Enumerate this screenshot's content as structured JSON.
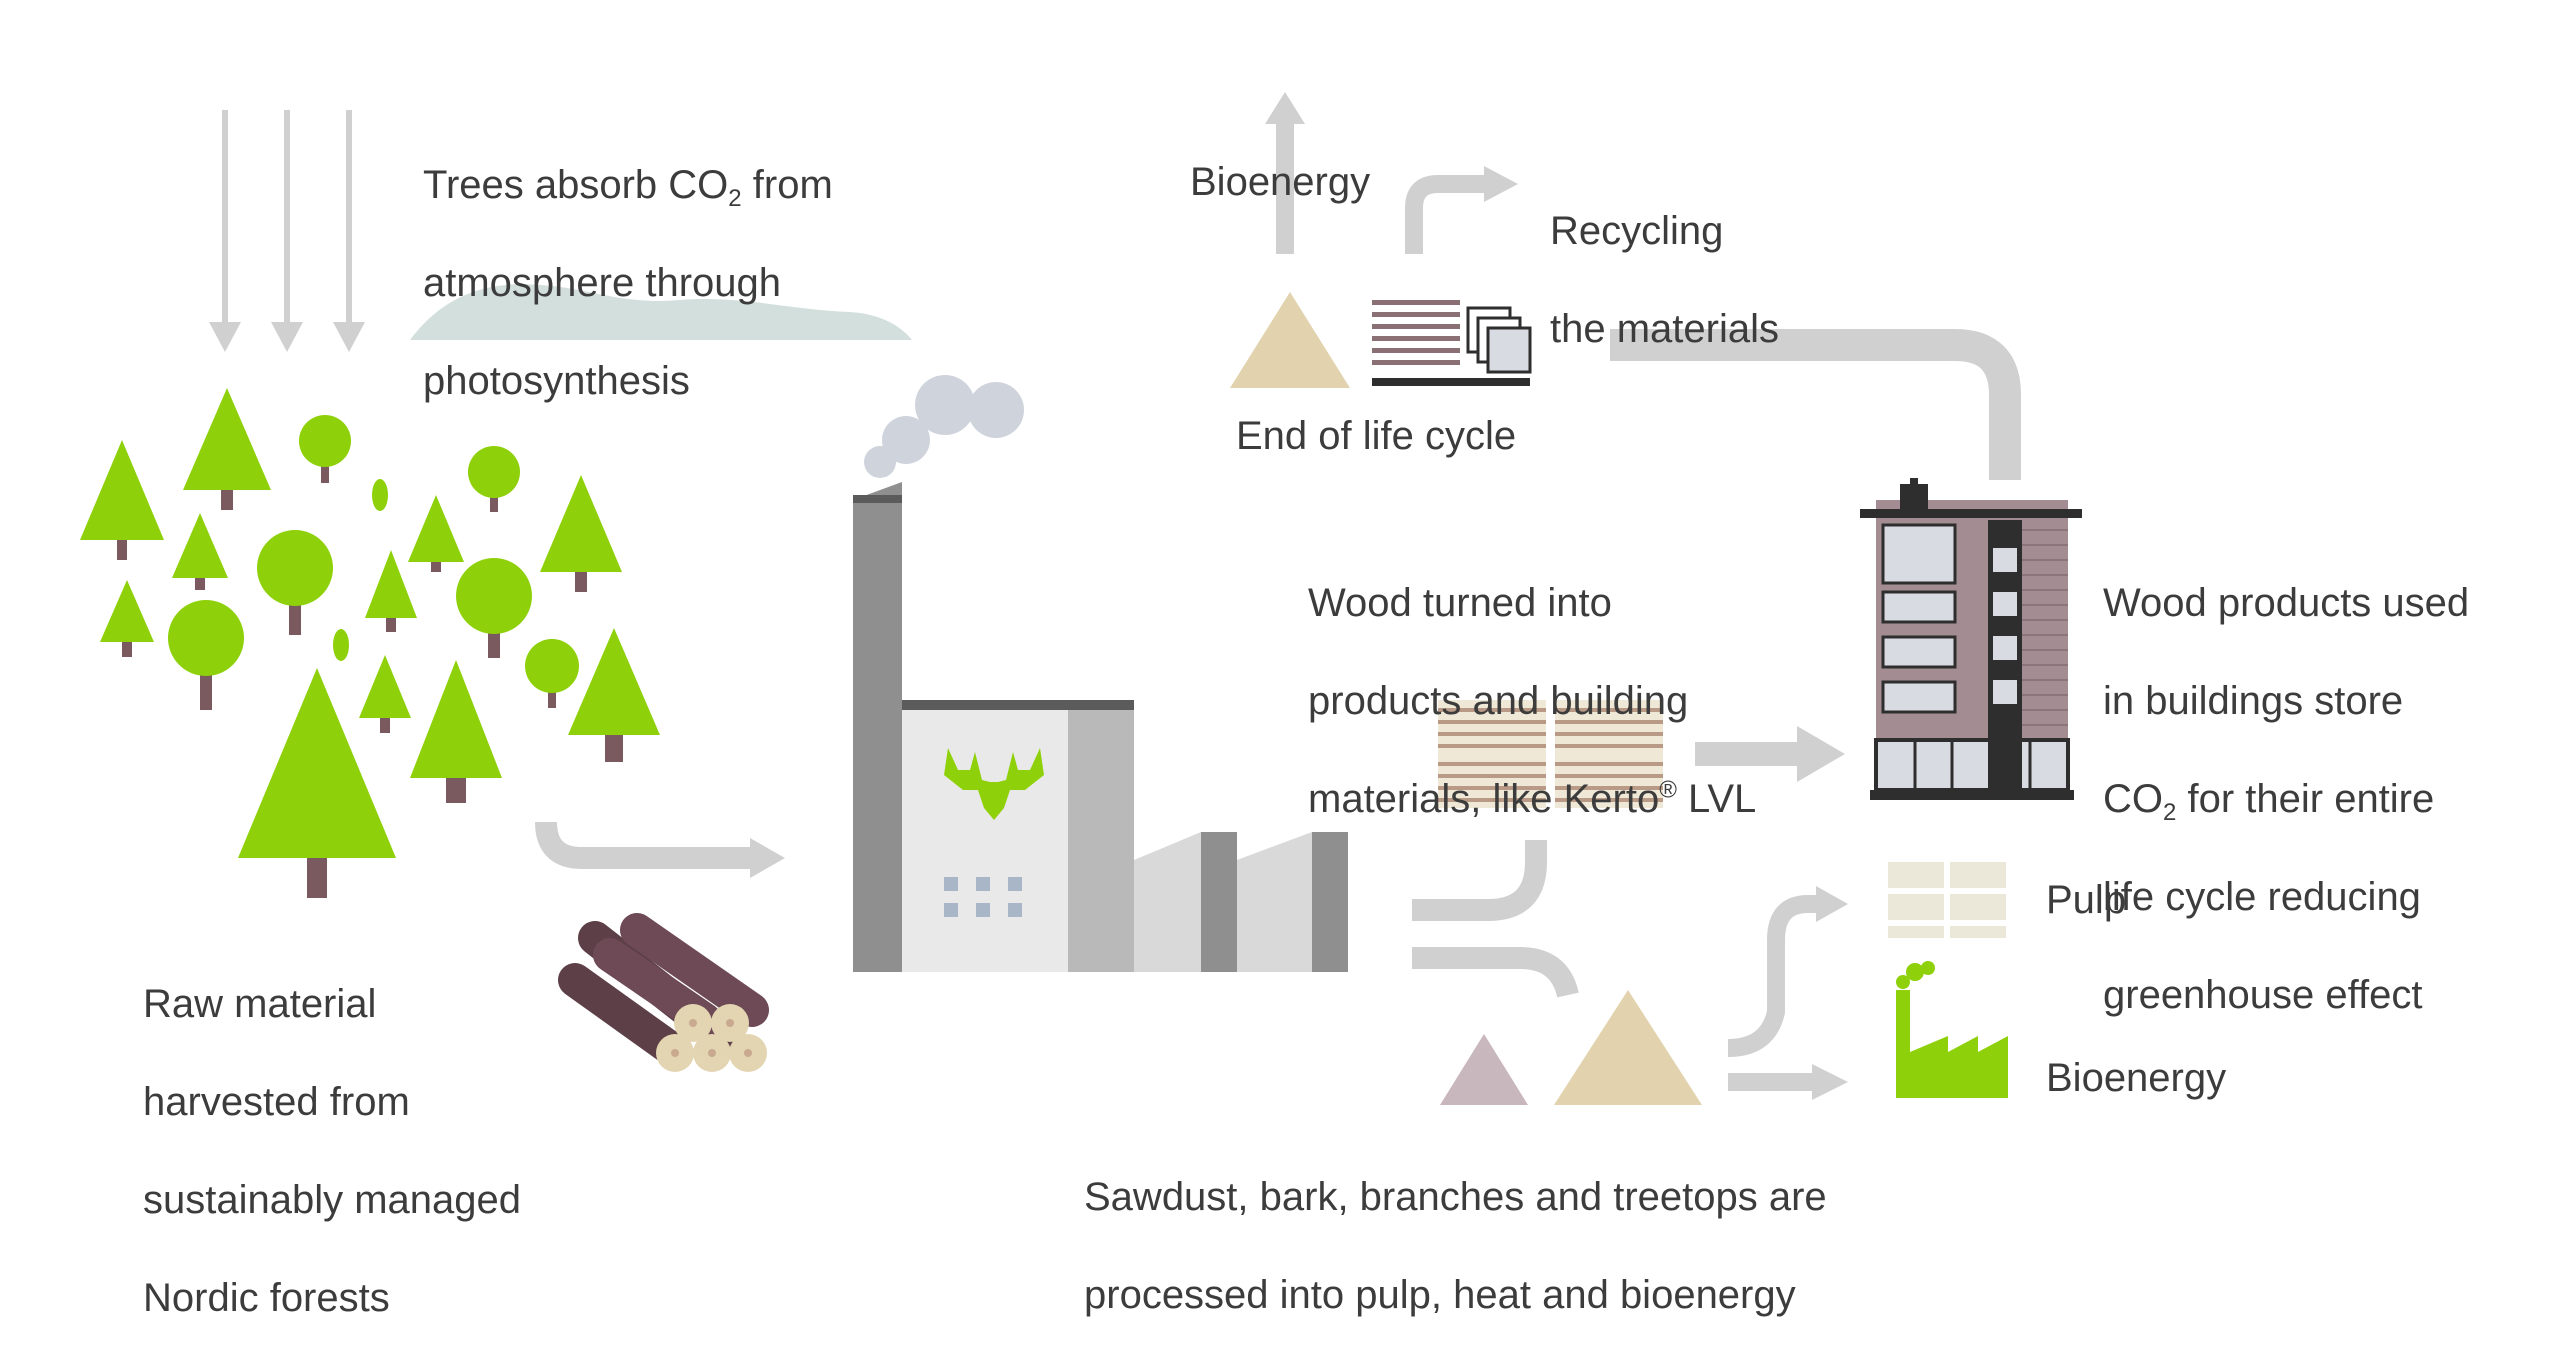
{
  "labels": {
    "trees_absorb": {
      "line1_pre": "Trees absorb CO",
      "line1_sub": "2",
      "line1_post": " from",
      "line2": "atmosphere through",
      "line3": "photosynthesis"
    },
    "raw_material": {
      "line1": "Raw material",
      "line2": "harvested from",
      "line3": "sustainably managed",
      "line4": "Nordic forests"
    },
    "bioenergy_top": "Bioenergy",
    "recycling": {
      "line1": "Recycling",
      "line2": "the materials"
    },
    "end_of_life": "End of life cycle",
    "wood_turned": {
      "line1": "Wood turned into",
      "line2": "products and building",
      "line3_pre": "materials, like Kerto",
      "line3_sup": "®",
      "line3_post": " LVL"
    },
    "wood_products": {
      "line1": "Wood products used",
      "line2": "in buildings store",
      "line3_pre": "CO",
      "line3_sub": "2",
      "line3_post": " for their entire",
      "line4": "life cycle reducing",
      "line5": "greenhouse effect"
    },
    "pulp": "Pulp",
    "bioenergy_bottom": "Bioenergy",
    "sawdust": {
      "line1": "Sawdust, bark, branches and treetops are",
      "line2": "processed into pulp, heat and bioenergy"
    }
  },
  "colors": {
    "tree_green": "#8ed10a",
    "trunk": "#7a5a5f",
    "arrow_gray": "#d0d0d0",
    "factory_dark": "#8f8f8f",
    "factory_mid": "#b9b9b9",
    "factory_light": "#e9e9e9",
    "log_dark": "#5d3f48",
    "log_end": "#e3d5b1",
    "sand": "#e2d3ae",
    "mauve": "#c8b7bc",
    "building_brick": "#a48d92",
    "building_dark": "#2e2e2e",
    "window": "#d9dbe3",
    "cloud": "#d3dfdc",
    "smoke": "#cfd4dc",
    "pulp_sheet": "#ebe7d9"
  },
  "icons": {
    "factory_logo": "moose-head-icon",
    "bioenergy_plant": "small-factory-icon"
  }
}
